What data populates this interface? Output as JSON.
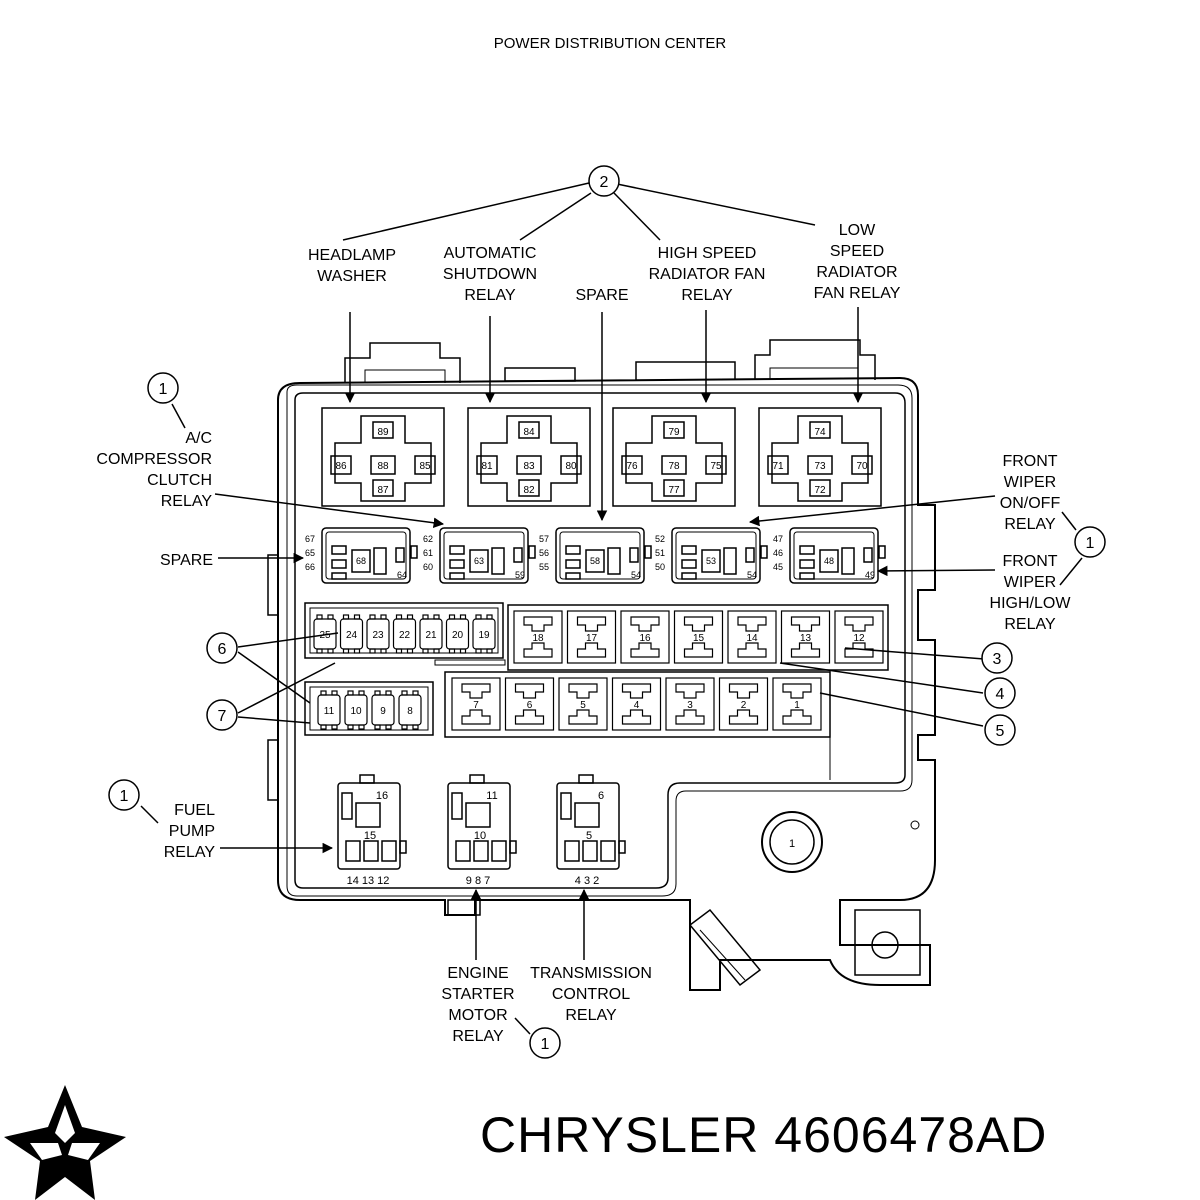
{
  "title": "POWER DISTRIBUTION CENTER",
  "callouts": {
    "c1": "1",
    "c2": "2",
    "c3": "3",
    "c4": "4",
    "c5": "5",
    "c6": "6",
    "c7": "7",
    "bolt": "1"
  },
  "labels": {
    "headlamp_washer": [
      "HEADLAMP",
      "WASHER"
    ],
    "asd_relay": [
      "AUTOMATIC",
      "SHUTDOWN",
      "RELAY"
    ],
    "spare_top": [
      "SPARE"
    ],
    "hs_fan_relay": [
      "HIGH  SPEED",
      "RADIATOR  FAN",
      "RELAY"
    ],
    "ls_fan_relay": [
      "LOW",
      "SPEED",
      "RADIATOR",
      "FAN  RELAY"
    ],
    "ac_clutch_relay": [
      "A/C",
      "COMPRESSOR",
      "CLUTCH",
      "RELAY"
    ],
    "spare_left": [
      "SPARE"
    ],
    "wiper_onoff": [
      "FRONT",
      "WIPER",
      "ON/OFF",
      "RELAY"
    ],
    "wiper_hilo": [
      "FRONT",
      "WIPER",
      "HIGH/LOW",
      "RELAY"
    ],
    "fuel_pump": [
      "FUEL",
      "PUMP",
      "RELAY"
    ],
    "starter_relay": [
      "ENGINE",
      "STARTER",
      "MOTOR",
      "RELAY"
    ],
    "tcm_relay": [
      "TRANSMISSION",
      "CONTROL",
      "RELAY"
    ]
  },
  "big_relays": [
    {
      "top": "89",
      "left": "86",
      "center": "88",
      "right": "85",
      "bottom": "87"
    },
    {
      "top": "84",
      "left": "81",
      "center": "83",
      "right": "80",
      "bottom": "82"
    },
    {
      "top": "79",
      "left": "76",
      "center": "78",
      "right": "75",
      "bottom": "77"
    },
    {
      "top": "74",
      "left": "71",
      "center": "73",
      "right": "70",
      "bottom": "72"
    }
  ],
  "mini_relays": [
    {
      "pins": [
        "67",
        "65",
        "66"
      ],
      "center": "68",
      "tag": "64"
    },
    {
      "pins": [
        "62",
        "61",
        "60"
      ],
      "center": "63",
      "tag": "59"
    },
    {
      "pins": [
        "57",
        "56",
        "55"
      ],
      "center": "58",
      "tag": "54"
    },
    {
      "pins": [
        "52",
        "51",
        "50"
      ],
      "center": "53",
      "tag": "54"
    },
    {
      "pins": [
        "47",
        "46",
        "45"
      ],
      "center": "48",
      "tag": "49"
    }
  ],
  "fuses_small_top": [
    "25",
    "24",
    "23",
    "22",
    "21",
    "20",
    "19"
  ],
  "fuses_small_bottom": [
    "11",
    "10",
    "9",
    "8"
  ],
  "fuses_cart_top": [
    "18",
    "17",
    "16",
    "15",
    "14",
    "13",
    "12"
  ],
  "fuses_cart_bottom": [
    "7",
    "6",
    "5",
    "4",
    "3",
    "2",
    "1"
  ],
  "lower_relays": [
    {
      "top": "16",
      "mid": "15",
      "pins": "14 13 12"
    },
    {
      "top": "11",
      "mid": "10",
      "pins": "9  8  7"
    },
    {
      "top": "6",
      "mid": "5",
      "pins": "4  3  2"
    }
  ],
  "brand": "CHRYSLER 4606478AD",
  "icons": {
    "logo": "pentastar-logo-icon"
  }
}
